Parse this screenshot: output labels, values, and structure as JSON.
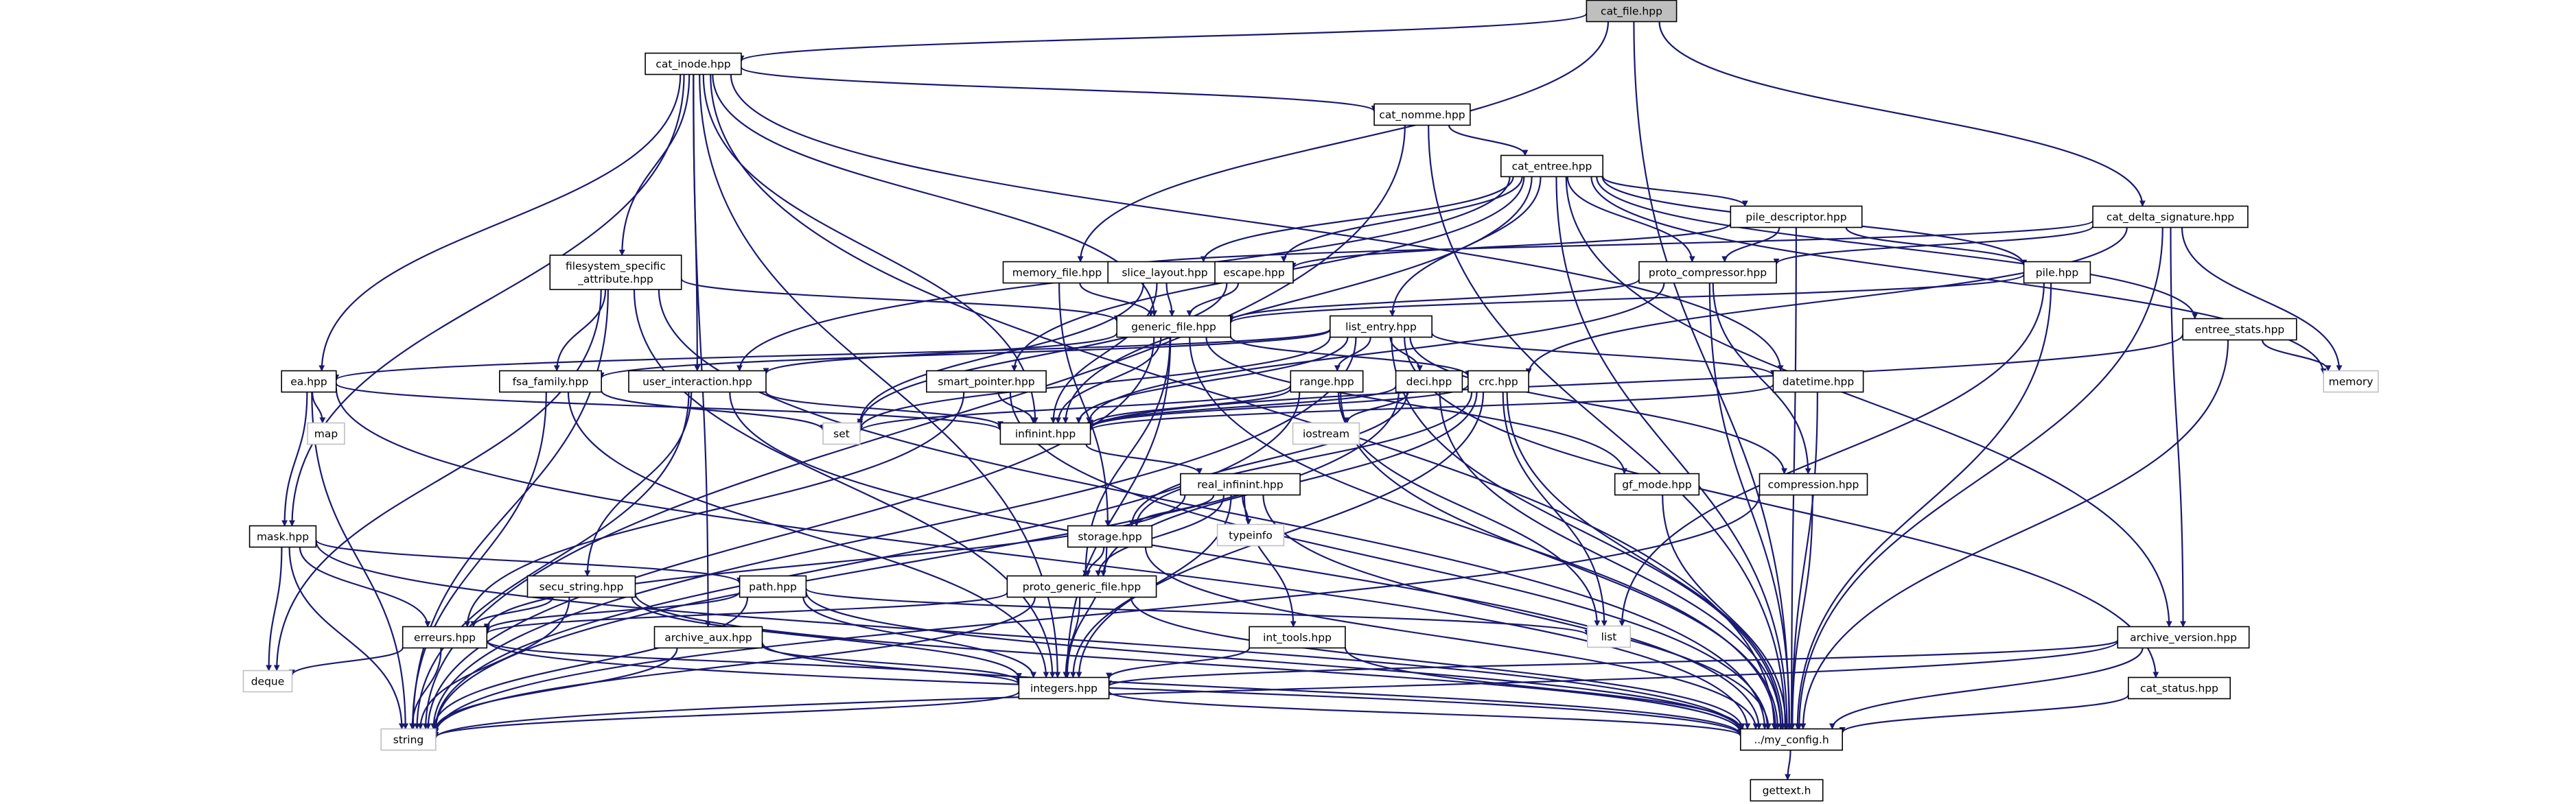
{
  "graph": {
    "kind": "include dependency graph",
    "nodes": [
      {
        "id": "cat_file",
        "label": "cat_file.hpp",
        "root": true
      },
      {
        "id": "cat_inode",
        "label": "cat_inode.hpp"
      },
      {
        "id": "cat_nomme",
        "label": "cat_nomme.hpp"
      },
      {
        "id": "cat_entree",
        "label": "cat_entree.hpp"
      },
      {
        "id": "pile_descriptor",
        "label": "pile_descriptor.hpp"
      },
      {
        "id": "cat_delta_signature",
        "label": "cat_delta_signature.hpp"
      },
      {
        "id": "filesystem_specific",
        "label": "filesystem_specific\n_attribute.hpp"
      },
      {
        "id": "memory_file",
        "label": "memory_file.hpp"
      },
      {
        "id": "slice_layout",
        "label": "slice_layout.hpp"
      },
      {
        "id": "escape",
        "label": "escape.hpp"
      },
      {
        "id": "proto_compressor",
        "label": "proto_compressor.hpp"
      },
      {
        "id": "pile",
        "label": "pile.hpp"
      },
      {
        "id": "generic_file",
        "label": "generic_file.hpp"
      },
      {
        "id": "list_entry",
        "label": "list_entry.hpp"
      },
      {
        "id": "entree_stats",
        "label": "entree_stats.hpp"
      },
      {
        "id": "ea",
        "label": "ea.hpp"
      },
      {
        "id": "fsa_family",
        "label": "fsa_family.hpp"
      },
      {
        "id": "user_interaction",
        "label": "user_interaction.hpp"
      },
      {
        "id": "smart_pointer",
        "label": "smart_pointer.hpp"
      },
      {
        "id": "range",
        "label": "range.hpp"
      },
      {
        "id": "deci",
        "label": "deci.hpp"
      },
      {
        "id": "crc",
        "label": "crc.hpp"
      },
      {
        "id": "datetime",
        "label": "datetime.hpp"
      },
      {
        "id": "memory",
        "label": "memory",
        "ext": true
      },
      {
        "id": "map",
        "label": "map",
        "ext": true
      },
      {
        "id": "set",
        "label": "set",
        "ext": true
      },
      {
        "id": "infinint",
        "label": "infinint.hpp"
      },
      {
        "id": "iostream",
        "label": "iostream",
        "ext": true
      },
      {
        "id": "gf_mode",
        "label": "gf_mode.hpp"
      },
      {
        "id": "compression",
        "label": "compression.hpp"
      },
      {
        "id": "real_infinint",
        "label": "real_infinint.hpp"
      },
      {
        "id": "typeinfo",
        "label": "typeinfo",
        "ext": true
      },
      {
        "id": "mask",
        "label": "mask.hpp"
      },
      {
        "id": "storage",
        "label": "storage.hpp"
      },
      {
        "id": "secu_string",
        "label": "secu_string.hpp"
      },
      {
        "id": "path",
        "label": "path.hpp"
      },
      {
        "id": "proto_generic_file",
        "label": "proto_generic_file.hpp"
      },
      {
        "id": "list",
        "label": "list",
        "ext": true
      },
      {
        "id": "erreurs",
        "label": "erreurs.hpp"
      },
      {
        "id": "archive_aux",
        "label": "archive_aux.hpp"
      },
      {
        "id": "int_tools",
        "label": "int_tools.hpp"
      },
      {
        "id": "archive_version",
        "label": "archive_version.hpp"
      },
      {
        "id": "deque",
        "label": "deque",
        "ext": true
      },
      {
        "id": "integers",
        "label": "integers.hpp"
      },
      {
        "id": "cat_status",
        "label": "cat_status.hpp"
      },
      {
        "id": "string",
        "label": "string",
        "ext": true
      },
      {
        "id": "my_config",
        "label": "../my_config.h"
      },
      {
        "id": "gettext",
        "label": "gettext.h"
      }
    ],
    "edges": [
      [
        "cat_file",
        "cat_inode"
      ],
      [
        "cat_file",
        "memory_file"
      ],
      [
        "cat_file",
        "cat_delta_signature"
      ],
      [
        "cat_file",
        "my_config"
      ],
      [
        "cat_inode",
        "cat_nomme"
      ],
      [
        "cat_inode",
        "filesystem_specific"
      ],
      [
        "cat_inode",
        "ea"
      ],
      [
        "cat_inode",
        "mask"
      ],
      [
        "cat_inode",
        "user_interaction"
      ],
      [
        "cat_inode",
        "archive_aux"
      ],
      [
        "cat_inode",
        "integers"
      ],
      [
        "cat_inode",
        "infinint"
      ],
      [
        "cat_inode",
        "generic_file"
      ],
      [
        "cat_inode",
        "datetime"
      ],
      [
        "cat_inode",
        "my_config"
      ],
      [
        "cat_nomme",
        "cat_entree"
      ],
      [
        "cat_nomme",
        "string"
      ],
      [
        "cat_nomme",
        "my_config"
      ],
      [
        "cat_entree",
        "pile_descriptor"
      ],
      [
        "cat_entree",
        "escape"
      ],
      [
        "cat_entree",
        "slice_layout"
      ],
      [
        "cat_entree",
        "smart_pointer"
      ],
      [
        "cat_entree",
        "user_interaction"
      ],
      [
        "cat_entree",
        "proto_compressor"
      ],
      [
        "cat_entree",
        "pile"
      ],
      [
        "cat_entree",
        "list_entry"
      ],
      [
        "cat_entree",
        "infinint"
      ],
      [
        "cat_entree",
        "entree_stats"
      ],
      [
        "cat_entree",
        "archive_version"
      ],
      [
        "cat_entree",
        "memory"
      ],
      [
        "cat_entree",
        "my_config"
      ],
      [
        "pile_descriptor",
        "proto_compressor"
      ],
      [
        "pile_descriptor",
        "pile"
      ],
      [
        "pile_descriptor",
        "escape"
      ],
      [
        "pile_descriptor",
        "my_config"
      ],
      [
        "cat_delta_signature",
        "memory_file"
      ],
      [
        "cat_delta_signature",
        "proto_compressor"
      ],
      [
        "cat_delta_signature",
        "crc"
      ],
      [
        "cat_delta_signature",
        "archive_version"
      ],
      [
        "cat_delta_signature",
        "memory"
      ],
      [
        "cat_delta_signature",
        "my_config"
      ],
      [
        "filesystem_specific",
        "fsa_family"
      ],
      [
        "filesystem_specific",
        "generic_file"
      ],
      [
        "filesystem_specific",
        "integers"
      ],
      [
        "filesystem_specific",
        "string"
      ],
      [
        "filesystem_specific",
        "deque"
      ],
      [
        "filesystem_specific",
        "my_config"
      ],
      [
        "memory_file",
        "generic_file"
      ],
      [
        "memory_file",
        "storage"
      ],
      [
        "slice_layout",
        "generic_file"
      ],
      [
        "slice_layout",
        "infinint"
      ],
      [
        "slice_layout",
        "set"
      ],
      [
        "escape",
        "generic_file"
      ],
      [
        "escape",
        "set"
      ],
      [
        "proto_compressor",
        "generic_file"
      ],
      [
        "proto_compressor",
        "compression"
      ],
      [
        "proto_compressor",
        "infinint"
      ],
      [
        "proto_compressor",
        "my_config"
      ],
      [
        "pile",
        "generic_file"
      ],
      [
        "pile",
        "list"
      ],
      [
        "pile",
        "my_config"
      ],
      [
        "generic_file",
        "user_interaction"
      ],
      [
        "generic_file",
        "proto_generic_file"
      ],
      [
        "generic_file",
        "crc"
      ],
      [
        "generic_file",
        "infinint"
      ],
      [
        "generic_file",
        "gf_mode"
      ],
      [
        "generic_file",
        "integers"
      ],
      [
        "generic_file",
        "string"
      ],
      [
        "generic_file",
        "my_config"
      ],
      [
        "list_entry",
        "ea"
      ],
      [
        "list_entry",
        "range"
      ],
      [
        "list_entry",
        "deci"
      ],
      [
        "list_entry",
        "datetime"
      ],
      [
        "list_entry",
        "compression"
      ],
      [
        "list_entry",
        "infinint"
      ],
      [
        "list_entry",
        "set"
      ],
      [
        "list_entry",
        "fsa_family"
      ],
      [
        "list_entry",
        "cat_status"
      ],
      [
        "list_entry",
        "string"
      ],
      [
        "list_entry",
        "my_config"
      ],
      [
        "entree_stats",
        "infinint"
      ],
      [
        "entree_stats",
        "memory"
      ],
      [
        "entree_stats",
        "my_config"
      ],
      [
        "ea",
        "mask"
      ],
      [
        "ea",
        "map"
      ],
      [
        "ea",
        "infinint"
      ],
      [
        "ea",
        "string"
      ],
      [
        "ea",
        "my_config"
      ],
      [
        "fsa_family",
        "set"
      ],
      [
        "fsa_family",
        "integers"
      ],
      [
        "fsa_family",
        "string"
      ],
      [
        "user_interaction",
        "secu_string"
      ],
      [
        "user_interaction",
        "infinint"
      ],
      [
        "user_interaction",
        "string"
      ],
      [
        "user_interaction",
        "my_config"
      ],
      [
        "smart_pointer",
        "erreurs"
      ],
      [
        "smart_pointer",
        "infinint"
      ],
      [
        "smart_pointer",
        "my_config"
      ],
      [
        "range",
        "infinint"
      ],
      [
        "range",
        "set"
      ],
      [
        "range",
        "list"
      ],
      [
        "range",
        "string"
      ],
      [
        "range",
        "my_config"
      ],
      [
        "deci",
        "storage"
      ],
      [
        "deci",
        "infinint"
      ],
      [
        "deci",
        "string"
      ],
      [
        "deci",
        "iostream"
      ],
      [
        "deci",
        "my_config"
      ],
      [
        "crc",
        "storage"
      ],
      [
        "crc",
        "proto_generic_file"
      ],
      [
        "crc",
        "integers"
      ],
      [
        "crc",
        "infinint"
      ],
      [
        "crc",
        "list"
      ],
      [
        "crc",
        "my_config"
      ],
      [
        "datetime",
        "infinint"
      ],
      [
        "datetime",
        "my_config"
      ],
      [
        "infinint",
        "real_infinint"
      ],
      [
        "gf_mode",
        "my_config"
      ],
      [
        "compression",
        "string"
      ],
      [
        "compression",
        "my_config"
      ],
      [
        "real_infinint",
        "storage"
      ],
      [
        "real_infinint",
        "integers"
      ],
      [
        "real_infinint",
        "int_tools"
      ],
      [
        "real_infinint",
        "typeinfo"
      ],
      [
        "real_infinint",
        "erreurs"
      ],
      [
        "real_infinint",
        "proto_generic_file"
      ],
      [
        "real_infinint",
        "my_config"
      ],
      [
        "mask",
        "path"
      ],
      [
        "mask",
        "erreurs"
      ],
      [
        "mask",
        "deque"
      ],
      [
        "mask",
        "string"
      ],
      [
        "mask",
        "my_config"
      ],
      [
        "storage",
        "proto_generic_file"
      ],
      [
        "storage",
        "integers"
      ],
      [
        "storage",
        "my_config"
      ],
      [
        "secu_string",
        "erreurs"
      ],
      [
        "secu_string",
        "integers"
      ],
      [
        "secu_string",
        "string"
      ],
      [
        "secu_string",
        "my_config"
      ],
      [
        "path",
        "erreurs"
      ],
      [
        "path",
        "list"
      ],
      [
        "path",
        "integers"
      ],
      [
        "path",
        "string"
      ],
      [
        "path",
        "my_config"
      ],
      [
        "proto_generic_file",
        "erreurs"
      ],
      [
        "proto_generic_file",
        "integers"
      ],
      [
        "proto_generic_file",
        "string"
      ],
      [
        "proto_generic_file",
        "my_config"
      ],
      [
        "erreurs",
        "integers"
      ],
      [
        "erreurs",
        "deque"
      ],
      [
        "erreurs",
        "string"
      ],
      [
        "erreurs",
        "my_config"
      ],
      [
        "archive_aux",
        "integers"
      ],
      [
        "archive_aux",
        "string"
      ],
      [
        "archive_aux",
        "my_config"
      ],
      [
        "int_tools",
        "integers"
      ],
      [
        "int_tools",
        "my_config"
      ],
      [
        "archive_version",
        "integers"
      ],
      [
        "archive_version",
        "string"
      ],
      [
        "archive_version",
        "my_config"
      ],
      [
        "integers",
        "string"
      ],
      [
        "integers",
        "my_config"
      ],
      [
        "cat_status",
        "my_config"
      ],
      [
        "my_config",
        "gettext"
      ]
    ]
  }
}
